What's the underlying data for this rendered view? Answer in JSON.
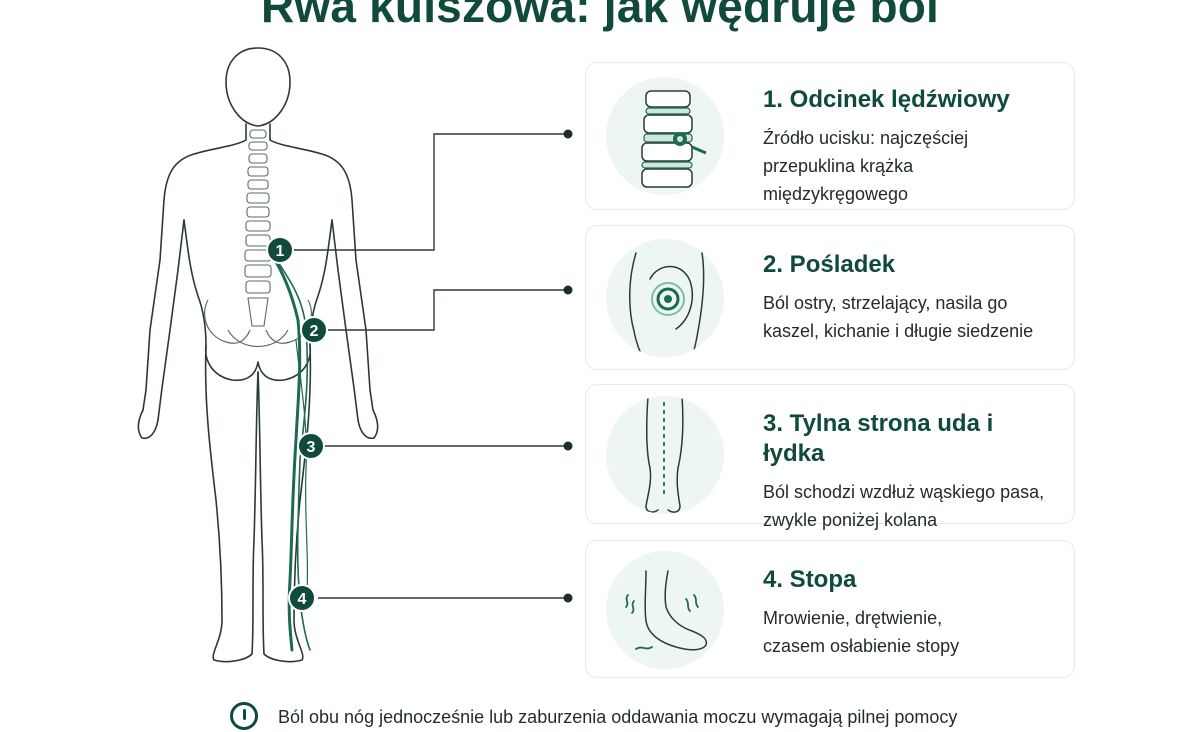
{
  "title": "Rwa kulszowa: jak wędruje ból",
  "colors": {
    "accent": "#0f4a3c",
    "nerve": "#1c6b50",
    "outline": "#2b3a36",
    "card_border": "#e2ebe7",
    "thumb_bg": "#eef6f2"
  },
  "markers": [
    "1",
    "2",
    "3",
    "4"
  ],
  "cards": [
    {
      "title": "1. Odcinek lędźwiowy",
      "lines": [
        "Źródło ucisku: najczęściej",
        "przepuklina krążka",
        "międzykręgowego"
      ],
      "icon": "spine-disc-icon"
    },
    {
      "title": "2. Pośladek",
      "lines": [
        "Ból ostry, strzelający, nasila go",
        "kaszel, kichanie i długie siedzenie"
      ],
      "icon": "buttock-pain-icon"
    },
    {
      "title": "3. Tylna strona uda i łydka",
      "lines": [
        "Ból schodzi wzdłuż wąskiego pasa,",
        "zwykle poniżej kolana"
      ],
      "icon": "leg-path-icon"
    },
    {
      "title": "4. Stopa",
      "lines": [
        "Mrowienie, drętwienie,",
        "czasem osłabienie stopy"
      ],
      "icon": "foot-tingling-icon"
    }
  ],
  "warning": {
    "icon": "alert-icon",
    "text": "Ból obu nóg jednocześnie lub zaburzenia oddawania moczu wymagają pilnej pomocy"
  }
}
